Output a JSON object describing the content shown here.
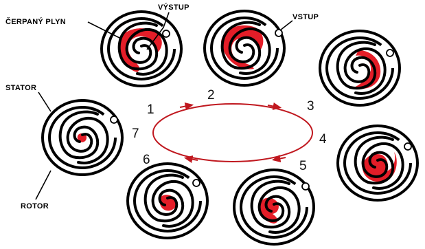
{
  "labels": {
    "pumped_gas": "ČERPANÝ PLYN",
    "outlet": "VÝSTUP",
    "inlet": "VSTUP",
    "stator": "STATOR",
    "rotor": "ROTOR"
  },
  "steps": [
    "1",
    "2",
    "3",
    "4",
    "5",
    "6",
    "7"
  ],
  "colors": {
    "gas": "#e41d28",
    "cycle_arrow": "#c0181f",
    "line": "#000000"
  }
}
